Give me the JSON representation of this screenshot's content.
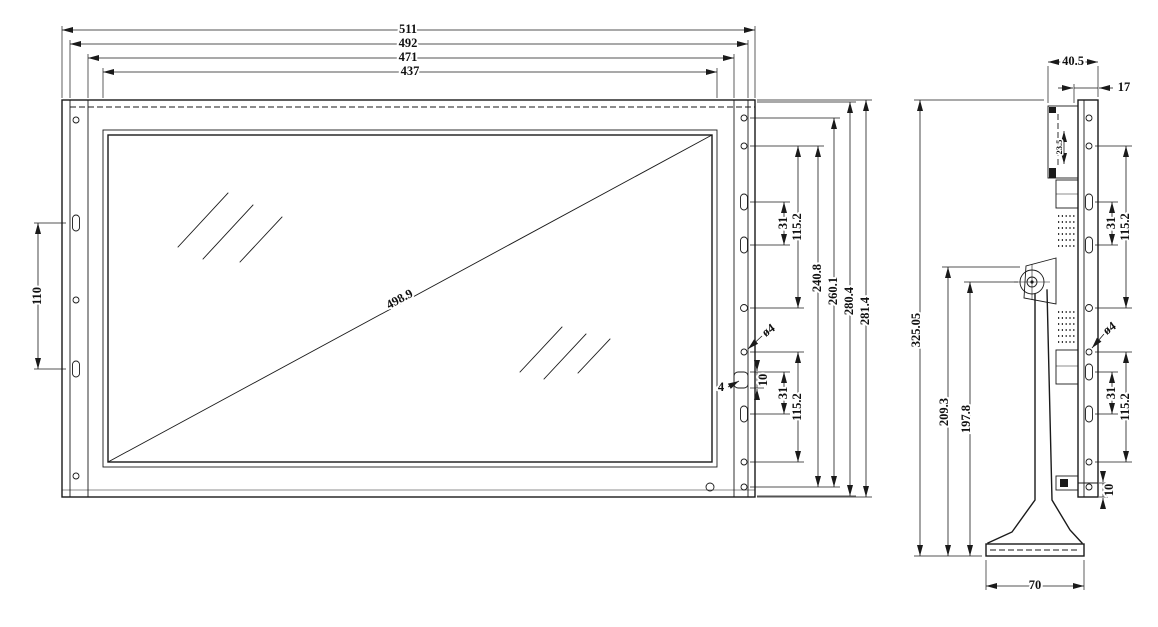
{
  "front_view": {
    "top_dims": {
      "overall_width": "511",
      "frame_width": "492",
      "bezel_width": "471",
      "screen_width": "437"
    },
    "screen": {
      "diagonal_length": "498.9"
    },
    "left_dims": {
      "slot_spacing": "110"
    },
    "right_dims": {
      "slot_pitch_upper": "31",
      "hole_pitch_upper": "115.2",
      "hole_span_240": "240.8",
      "hole_span_260": "260.1",
      "height_280": "280.4",
      "overall_height": "281.4",
      "hole_diameter": "ø4",
      "slot_width": "4",
      "slot_length": "10",
      "slot_pitch_lower": "31",
      "hole_pitch_lower": "115.2"
    }
  },
  "side_view": {
    "top_dims": {
      "overall_depth": "40.5",
      "panel_thickness": "17",
      "bracket_depth": "23.5"
    },
    "left_dims": {
      "overall_height": "325.05",
      "stand_height_upper": "209.3",
      "stand_height_lower": "197.8"
    },
    "right_dims": {
      "slot_pitch_upper": "31",
      "hole_pitch_upper": "115.2",
      "slot_pitch_lower": "31",
      "hole_pitch_lower": "115.2",
      "hole_diameter": "ø4",
      "bottom_offset": "10"
    },
    "bottom_dims": {
      "base_width": "70"
    }
  }
}
